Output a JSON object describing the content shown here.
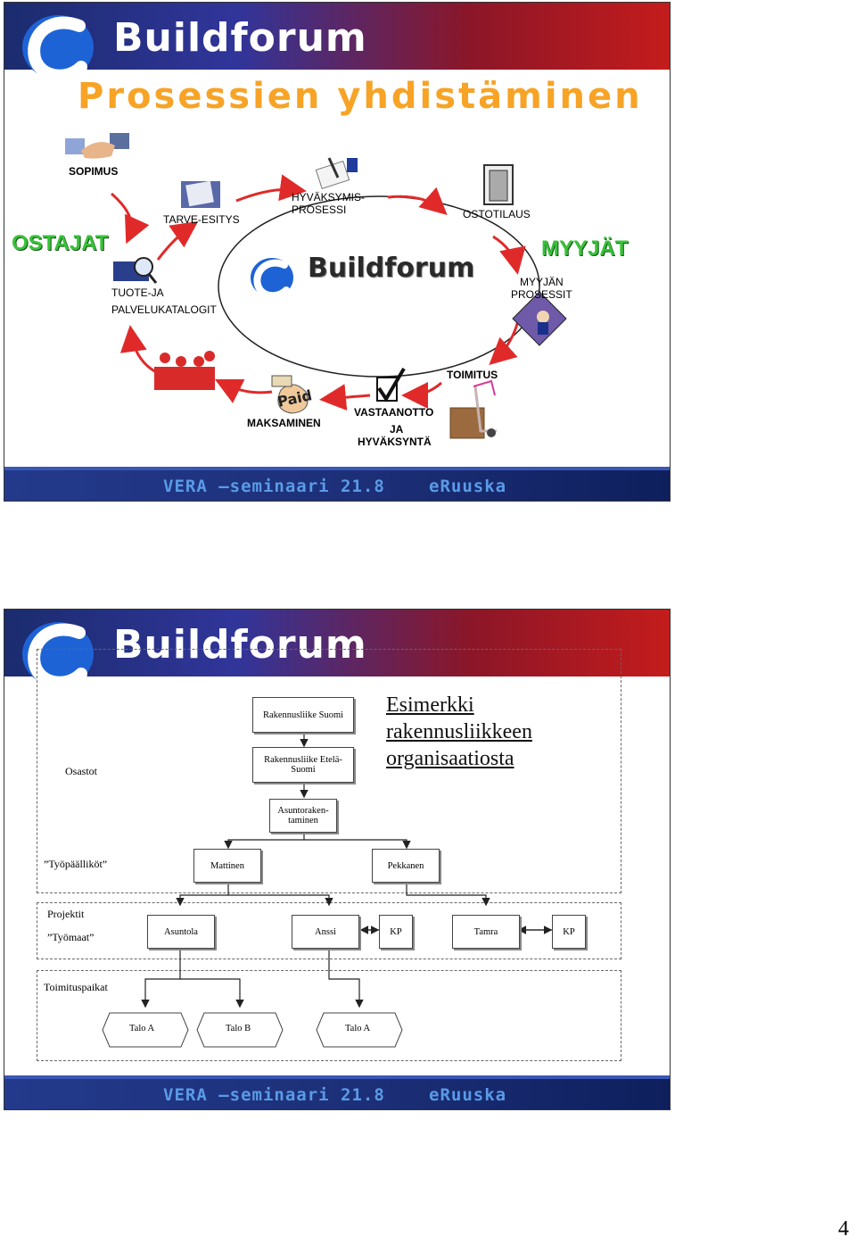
{
  "slide1": {
    "logo": "Buildforum",
    "title": "Prosessien yhdistäminen",
    "center_logo": "Buildforum",
    "labels": {
      "sopimus": "SOPIMUS",
      "tarve": "TARVE-ESITYS",
      "hyvaksymis_1": "HYVÄKSYMIS-",
      "hyvaksymis_2": "PROSESSI",
      "ostotilaus": "OSTOTILAUS",
      "ostajat": "OSTAJAT",
      "myyjat": "MYYJÄT",
      "tuote_1": "TUOTE-JA",
      "tuote_2": "PALVELUKATALOGIT",
      "myyjan_1": "MYYJÄN",
      "myyjan_2": "PROSESSIT",
      "toimitus": "TOIMITUS",
      "maksaminen": "MAKSAMINEN",
      "paid": "Paid",
      "vast_1": "VASTAANOTTO",
      "vast_2": "JA",
      "vast_3": "HYVÄKSYNTÄ"
    },
    "footer_left": "VERA –seminaari 21.8",
    "footer_right": "eRuuska"
  },
  "slide2": {
    "logo": "Buildforum",
    "heading_1": "Esimerkki",
    "heading_2": "rakennusliikkeen",
    "heading_3": "organisaatiosta",
    "osastot": "Osastot",
    "rs": "Rakennusliike Suomi",
    "rse_1": "Rakennusliike Etelä-",
    "rse_2": "Suomi",
    "asunto_1": "Asuntoraken-",
    "asunto_2": "taminen",
    "tyopaalikot": "”Työpäälliköt”",
    "mattinen": "Mattinen",
    "pekkanen": "Pekkanen",
    "projektit": "Projektit",
    "tyomaat": "”Työmaat”",
    "asuntola": "Asuntola",
    "anssi": "Anssi",
    "kp1": "KP",
    "tamra": "Tamra",
    "kp2": "KP",
    "toimituspaikat": "Toimituspaikat",
    "taloa1": "Talo A",
    "talob": "Talo B",
    "taloa2": "Talo A",
    "footer_left": "VERA –seminaari 21.8",
    "footer_right": "eRuuska"
  },
  "page_number": "4",
  "colors": {
    "title": "#f7a326",
    "green_label": "#39c13a",
    "arrow": "#e02a2a"
  }
}
